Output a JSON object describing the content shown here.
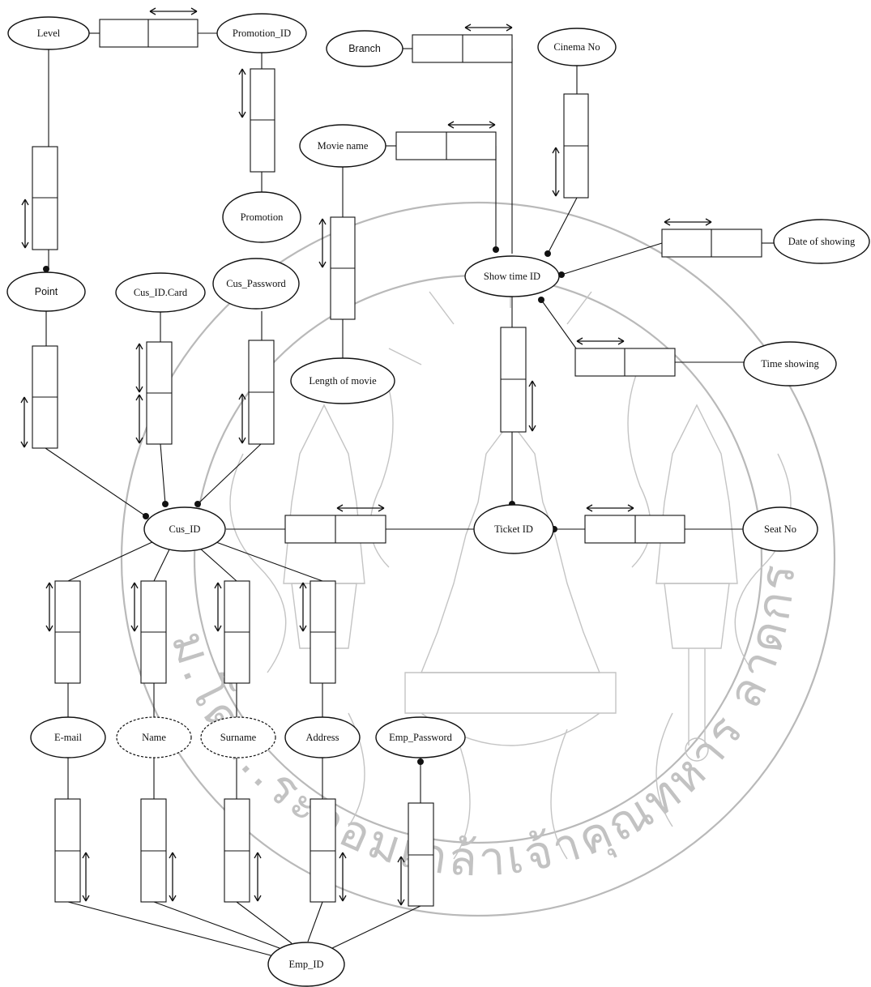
{
  "entities": {
    "level": "Level",
    "promotion_id": "Promotion_ID",
    "promotion": "Promotion",
    "branch": "Branch",
    "cinema_no": "Cinema No",
    "movie_name": "Movie name",
    "length_of_movie": "Length of movie",
    "show_time_id": "Show time ID",
    "date_of_showing": "Date of showing",
    "time_showing": "Time showing",
    "point": "Point",
    "cus_id_card": "Cus_ID.Card",
    "cus_password": "Cus_Password",
    "cus_id": "Cus_ID",
    "ticket_id": "Ticket ID",
    "seat_no": "Seat No",
    "email": "E-mail",
    "name": "Name",
    "surname": "Surname",
    "address": "Address",
    "emp_password": "Emp_Password",
    "emp_id": "Emp_ID"
  },
  "watermark": {
    "seal_text": "ม.โดย..ระจอมเกล้าเจ้าคุณทหาร ลาดกระบัง",
    "style": "university seal, light gray"
  }
}
